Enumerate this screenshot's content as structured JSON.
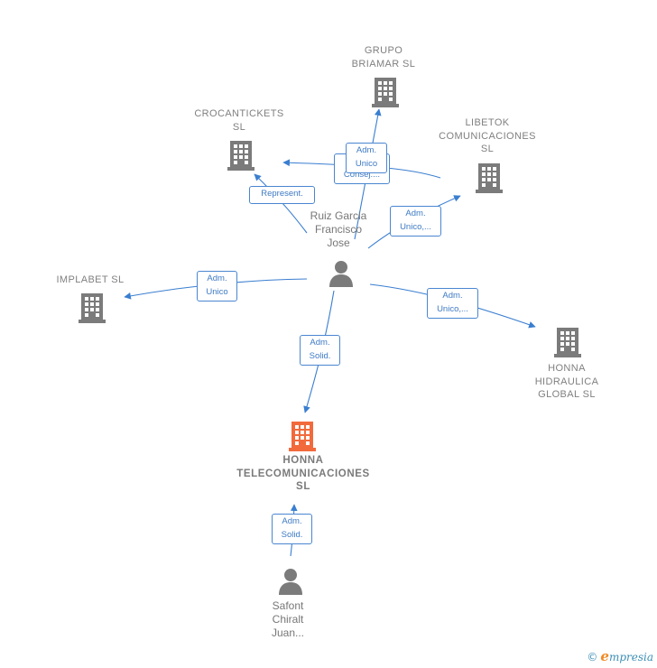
{
  "companies": {
    "grupo_briamar": "GRUPO\nBRIAMAR  SL",
    "crocantickets": "CROCANTICKETS\nSL",
    "libetok": "LIBETOK\nCOMUNICACIONES\nSL",
    "implabet": "IMPLABET  SL",
    "honna_hidraulica": "HONNA\nHIDRAULICA\nGLOBAL  SL",
    "honna_telecom": "HONNA\nTELECOMUNICACIONES\nSL"
  },
  "people": {
    "ruiz": "Ruiz Garcia\nFrancisco\nJose",
    "safont": "Safont\nChiralt\nJuan..."
  },
  "relations": {
    "briamar": "Adm.\nUnico",
    "consej": "C...\nConsej....",
    "crocantickets": "Represent.",
    "libetok": "Adm.\nUnico,...",
    "implabet": "Adm.\nUnico",
    "hidraulica": "Adm.\nUnico,...",
    "telecom_ruiz": "Adm.\nSolid.",
    "telecom_safont": "Adm.\nSolid."
  },
  "colors": {
    "company_icon": "#7b7b7b",
    "main_company_icon": "#f26a3c",
    "person_icon": "#7b7b7b",
    "edge": "#3a7ed0"
  },
  "footer": {
    "copyright": "©",
    "brand_e": "e",
    "brand_rest": "mpresia"
  }
}
